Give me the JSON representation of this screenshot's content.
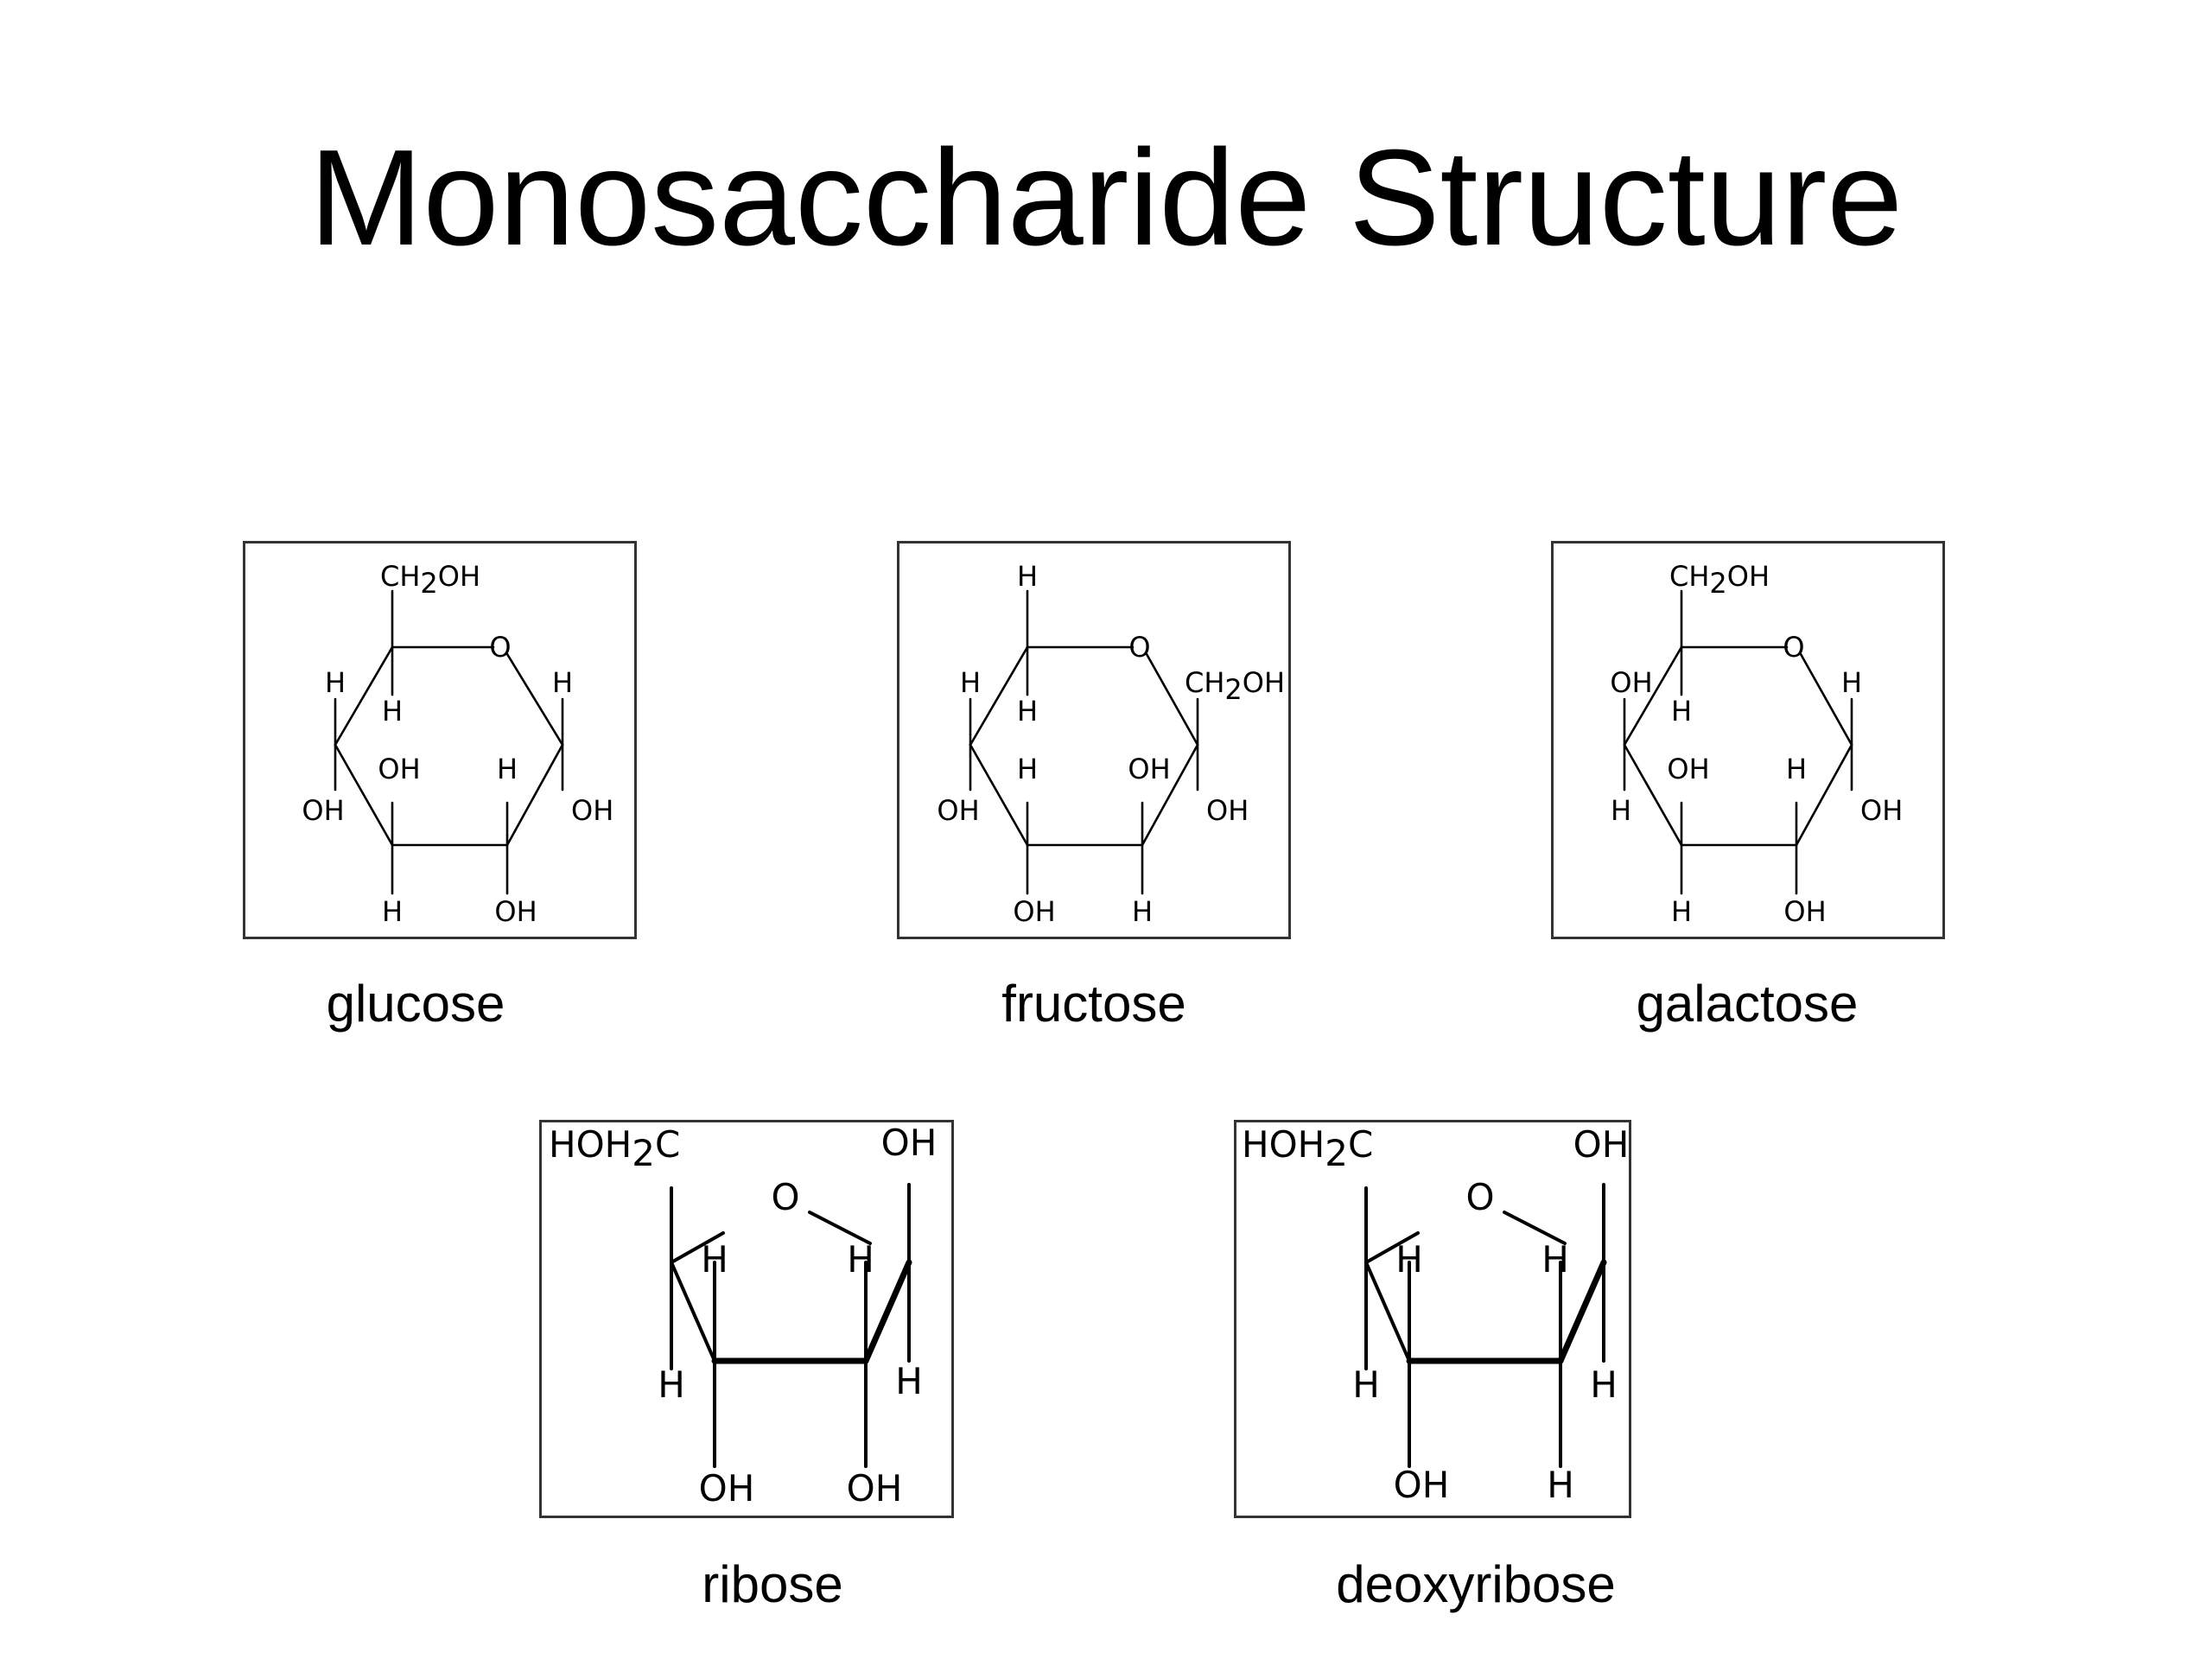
{
  "title": "Monosaccharide Structure",
  "molecules": {
    "glucose": {
      "name": "glucose",
      "labels": {
        "ring_o": "O",
        "c6_top": "CH",
        "c6_top_sub": "2",
        "c6_top_tail": "OH",
        "c1_up": "H",
        "c1_down": "OH",
        "c4_up": "H",
        "c4_down": "OH",
        "c5_down": "H",
        "c3_up": "OH",
        "c3_down": "H",
        "c2_up": "H",
        "c2_down": "OH"
      }
    },
    "fructose": {
      "name": "fructose",
      "labels": {
        "ring_o": "O",
        "c6_top": "H",
        "c1_up": "CH",
        "c1_up_sub": "2",
        "c1_up_tail": "OH",
        "c1_down": "OH",
        "c4_up": "H",
        "c4_down": "OH",
        "c5_down": "H",
        "c3_up": "H",
        "c3_down": "OH",
        "c2_up": "OH",
        "c2_down": "H"
      }
    },
    "galactose": {
      "name": "galactose",
      "labels": {
        "ring_o": "O",
        "c6_top": "CH",
        "c6_top_sub": "2",
        "c6_top_tail": "OH",
        "c1_up": "H",
        "c1_down": "OH",
        "c4_up": "OH",
        "c4_down": "H",
        "c5_down": "H",
        "c3_up": "OH",
        "c3_down": "H",
        "c2_up": "H",
        "c2_down": "OH"
      }
    },
    "ribose": {
      "name": "ribose",
      "labels": {
        "c5": "HOH",
        "c5_sub": "2",
        "c5_tail": "C",
        "top_right": "OH",
        "ring_o": "O",
        "c4_h_top": "H",
        "c1_h_top": "H",
        "c4_h_down": "H",
        "c1_h_down": "H",
        "c3_down": "OH",
        "c2_down": "OH"
      }
    },
    "deoxyribose": {
      "name": "deoxyribose",
      "labels": {
        "c5": "HOH",
        "c5_sub": "2",
        "c5_tail": "C",
        "top_right": "OH",
        "ring_o": "O",
        "c4_h_top": "H",
        "c1_h_top": "H",
        "c4_h_down": "H",
        "c1_h_down": "H",
        "c3_down": "OH",
        "c2_down": "H"
      }
    }
  }
}
